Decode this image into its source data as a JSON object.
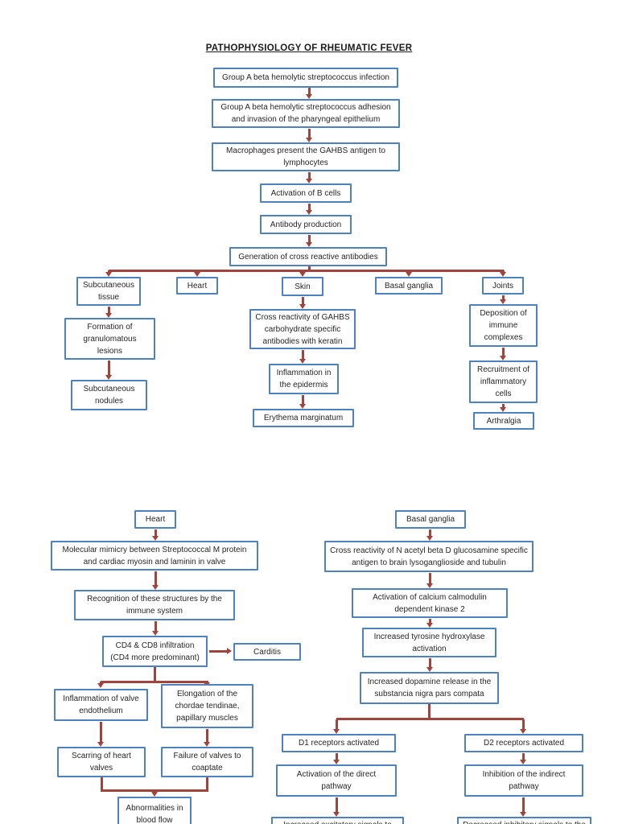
{
  "title": "PATHOPHYSIOLOGY OF RHEUMATIC FEVER",
  "colors": {
    "box_border": "#4f81bd",
    "arrow": "#a0453e",
    "text": "#262626",
    "page_background": "#ffffff"
  },
  "nodes": {
    "infection": "Group A beta hemolytic streptococcus infection",
    "adhesion": "Group A beta hemolytic streptococcus adhesion and invasion of the pharyngeal epithelium",
    "macrophages": "Macrophages present the GAHBS antigen to lymphocytes",
    "activation_b_cells": "Activation of B cells",
    "antibody_production": "Antibody production",
    "cross_reactive": "Generation of cross reactive antibodies",
    "subcutaneous_tissue": "Subcutaneous tissue",
    "heart_branch": "Heart",
    "skin_branch": "Skin",
    "basal_ganglia_branch": "Basal ganglia",
    "joints_branch": "Joints",
    "formation_lesions": "Formation of granulomatous lesions",
    "subcutaneous_nodules": "Subcutaneous nodules",
    "keratin_reactivity": "Cross reactivity of GAHBS carbohydrate specific antibodies with keratin",
    "epidermis_inflammation": "Inflammation in the epidermis",
    "erythema_marginatum": "Erythema marginatum",
    "deposition_complexes": "Deposition of immune complexes",
    "recruitment_cells": "Recruitment of inflammatory cells",
    "arthralgia": "Arthralgia",
    "heart_section": "Heart",
    "molecular_mimicry": "Molecular mimicry between Streptococcal M protein and cardiac myosin and laminin in valve",
    "recognition_immune": "Recognition of these structures by the immune system",
    "cd4_cd8": "CD4 & CD8 infiltration (CD4 more predominant)",
    "carditis": "Carditis",
    "valve_endothelium": "Inflammation of valve endothelium",
    "elongation_chordae": "Elongation of the chordae tendinae, papillary muscles",
    "scarring_valves": "Scarring of heart valves",
    "failure_coaptate": "Failure of valves to coaptate",
    "abnormal_blood_flow": "Abnormalities in blood flow",
    "basal_section": "Basal ganglia",
    "glucosamine_reactivity": "Cross reactivity of N acetyl beta D glucosamine specific antigen to brain lysoganglioside and tubulin",
    "calmodulin_kinase": "Activation of calcium calmodulin dependent kinase 2",
    "tyrosine_hydroxylase": "Increased tyrosine hydroxylase activation",
    "dopamine_release": "Increased dopamine release in the substancia nigra pars compata",
    "d1_receptors": "D1 receptors activated",
    "d2_receptors": "D2 receptors activated",
    "direct_pathway": "Activation of the direct pathway",
    "indirect_pathway": "Inhibition of the indirect pathway",
    "excitatory_signals": "Increased excitatory signals to the",
    "inhibitory_signals": "Decreased inhibitory signals to the"
  }
}
